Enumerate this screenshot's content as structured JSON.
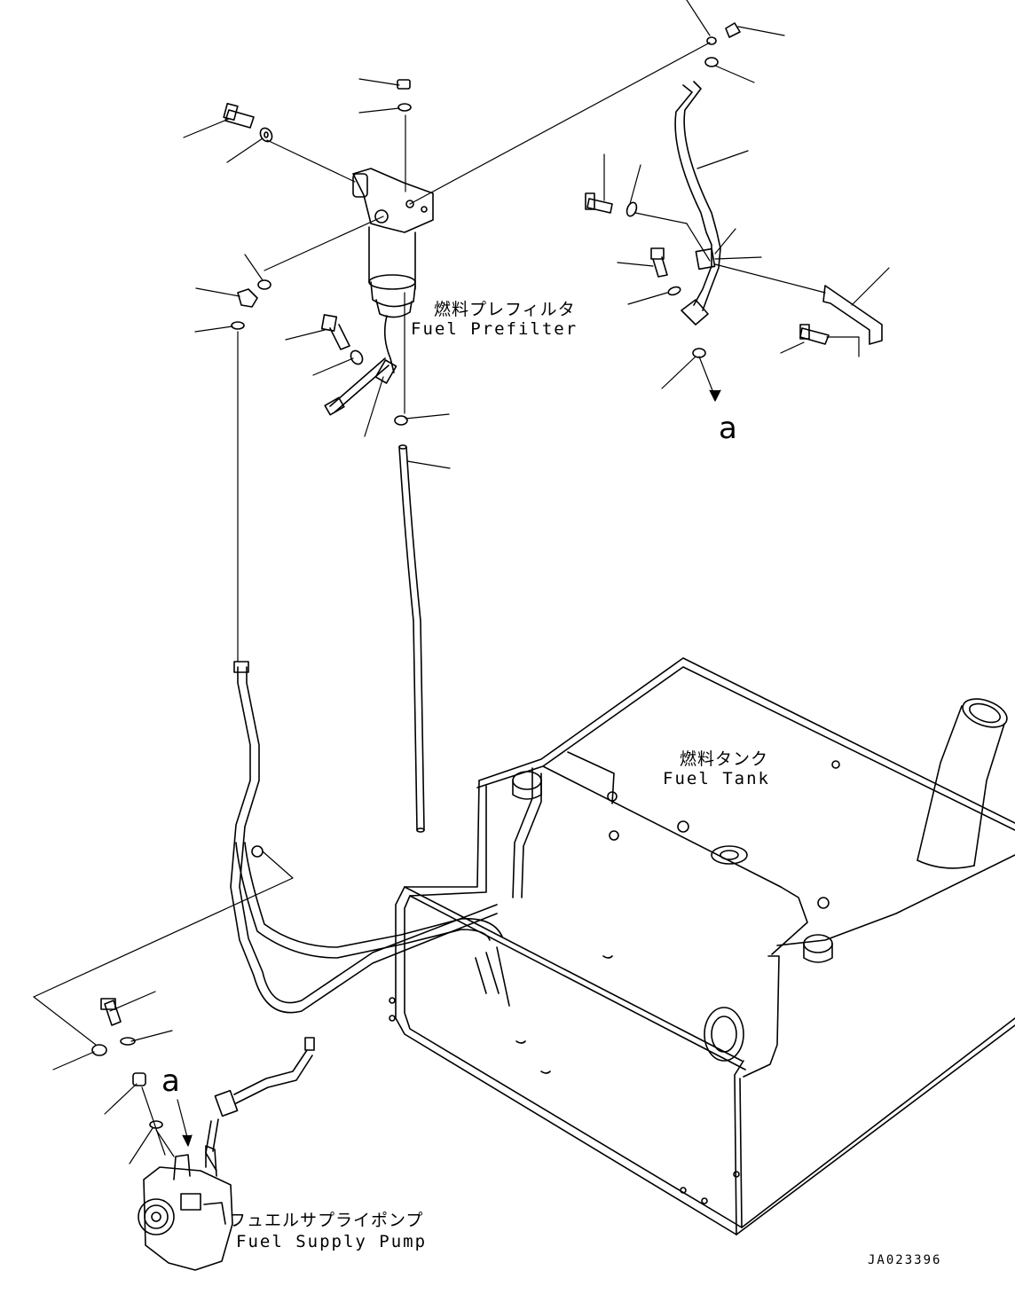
{
  "labels": {
    "prefilter_jp": "燃料プレフィルタ",
    "prefilter_en": "Fuel Prefilter",
    "tank_jp": "燃料タンク",
    "tank_en": "Fuel Tank",
    "pump_jp": "フュエルサプライポンプ",
    "pump_en": "Fuel Supply Pump",
    "ref_a_upper": "a",
    "ref_a_lower": "a",
    "drawing_code": "JA023396"
  }
}
